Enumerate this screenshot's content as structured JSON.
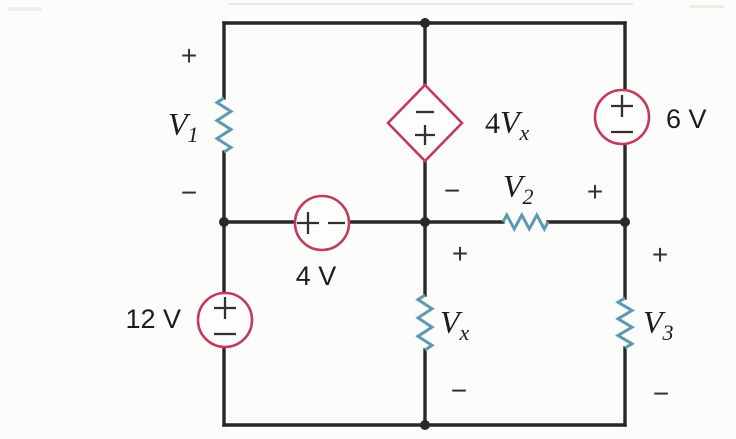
{
  "colors": {
    "bg": "#fcfcfa",
    "wire": "#2b2728",
    "source": "#c23a5e",
    "resistor": "#5c9ab4",
    "text": "#1c1c1c",
    "sign": "#343031"
  },
  "signs": {
    "plus": "+",
    "minus": "−"
  },
  "components": {
    "v1": {
      "var": "V",
      "sub": "1"
    },
    "v2": {
      "var": "V",
      "sub": "2"
    },
    "v3": {
      "var": "V",
      "sub": "3"
    },
    "vx": {
      "var": "V",
      "sub": "x"
    },
    "dep_source": {
      "coeff": "4",
      "var": "V",
      "sub": "x"
    },
    "source_12v": {
      "value": "12 V"
    },
    "source_4v": {
      "value": "4 V"
    },
    "source_6v": {
      "value": "6 V"
    }
  }
}
